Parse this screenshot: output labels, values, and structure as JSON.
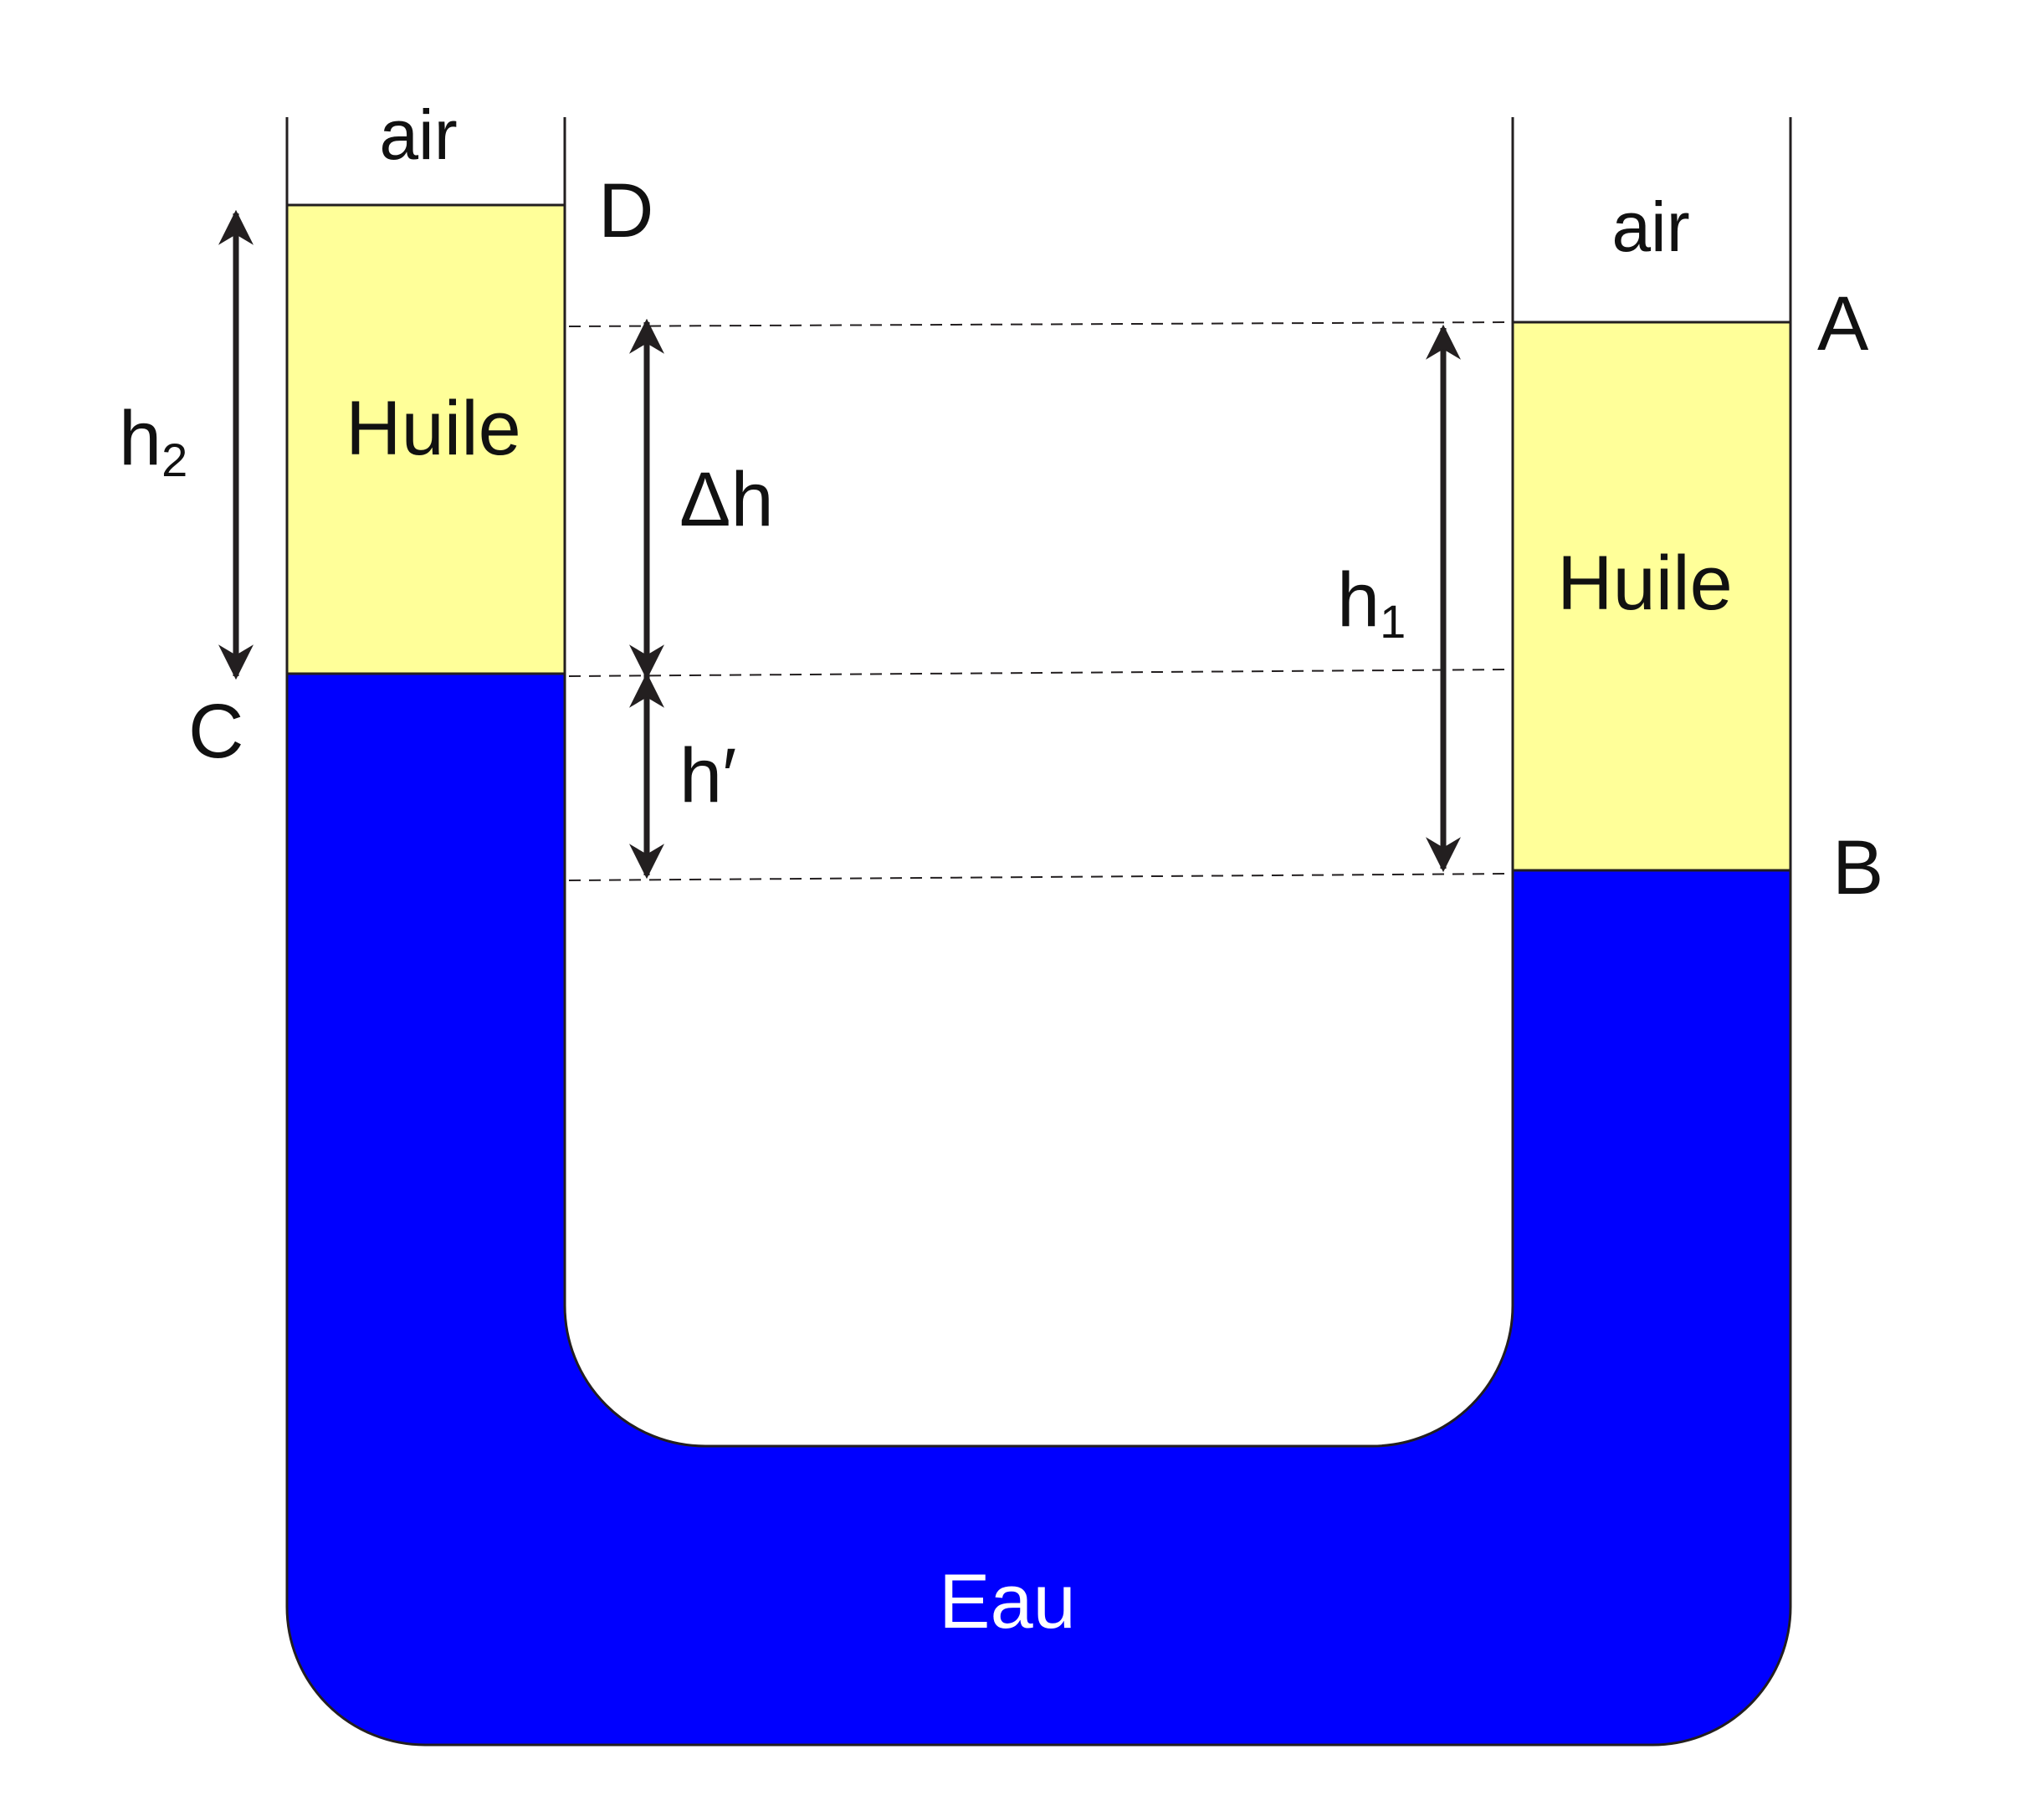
{
  "labels": {
    "air_left": "air",
    "air_right": "air",
    "oil_left": "Huile",
    "oil_right": "Huile",
    "water": "Eau",
    "point_d": "D",
    "point_c": "C",
    "point_a": "A",
    "point_b": "B",
    "h2_base": "h",
    "h2_sub": "2",
    "h1_base": "h",
    "h1_sub": "1",
    "delta_h": "Δh",
    "h_prime": "h′"
  },
  "colors": {
    "oil": "#ffff99",
    "water": "#0000ff",
    "outline": "#231f20",
    "arrow": "#231f20",
    "dashed": "#231f20"
  }
}
